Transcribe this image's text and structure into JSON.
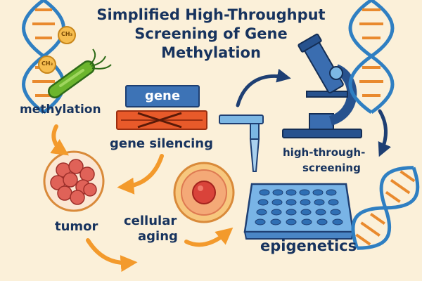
{
  "title": {
    "line1": "Simplified High-Throughput",
    "line2": "Screening of Gene",
    "line3": "Methylation"
  },
  "labels": {
    "methylation": "methylation",
    "gene": "gene",
    "gene_silencing": "gene silencing",
    "tumor": "tumor",
    "cellular_aging_1": "cellular",
    "cellular_aging_2": "aging",
    "high_throughput_1": "high-through-",
    "high_throughput_2": "screening",
    "epigenetics": "epigenetics"
  },
  "methyl_badge": "CH₃",
  "colors": {
    "background": "#fbf0d9",
    "navy_text": "#17335e",
    "dna_blue": "#2f7fc2",
    "dna_orange": "#e98a2e",
    "arrow_orange": "#f39a2c",
    "arrow_navy": "#1e3f73",
    "gene_blue": "#3d73b6",
    "silenced_red": "#e85a2a",
    "cell_red": "#e06258",
    "bacterium_green": "#6cb52d"
  },
  "icons": [
    "dna-helix-icon",
    "methyl-group-icon",
    "bacterium-icon",
    "gene-block-icon",
    "crossed-gene-icon",
    "tumor-cells-icon",
    "aging-cell-icon",
    "pipette-icon",
    "microscope-icon",
    "well-plate-icon"
  ]
}
